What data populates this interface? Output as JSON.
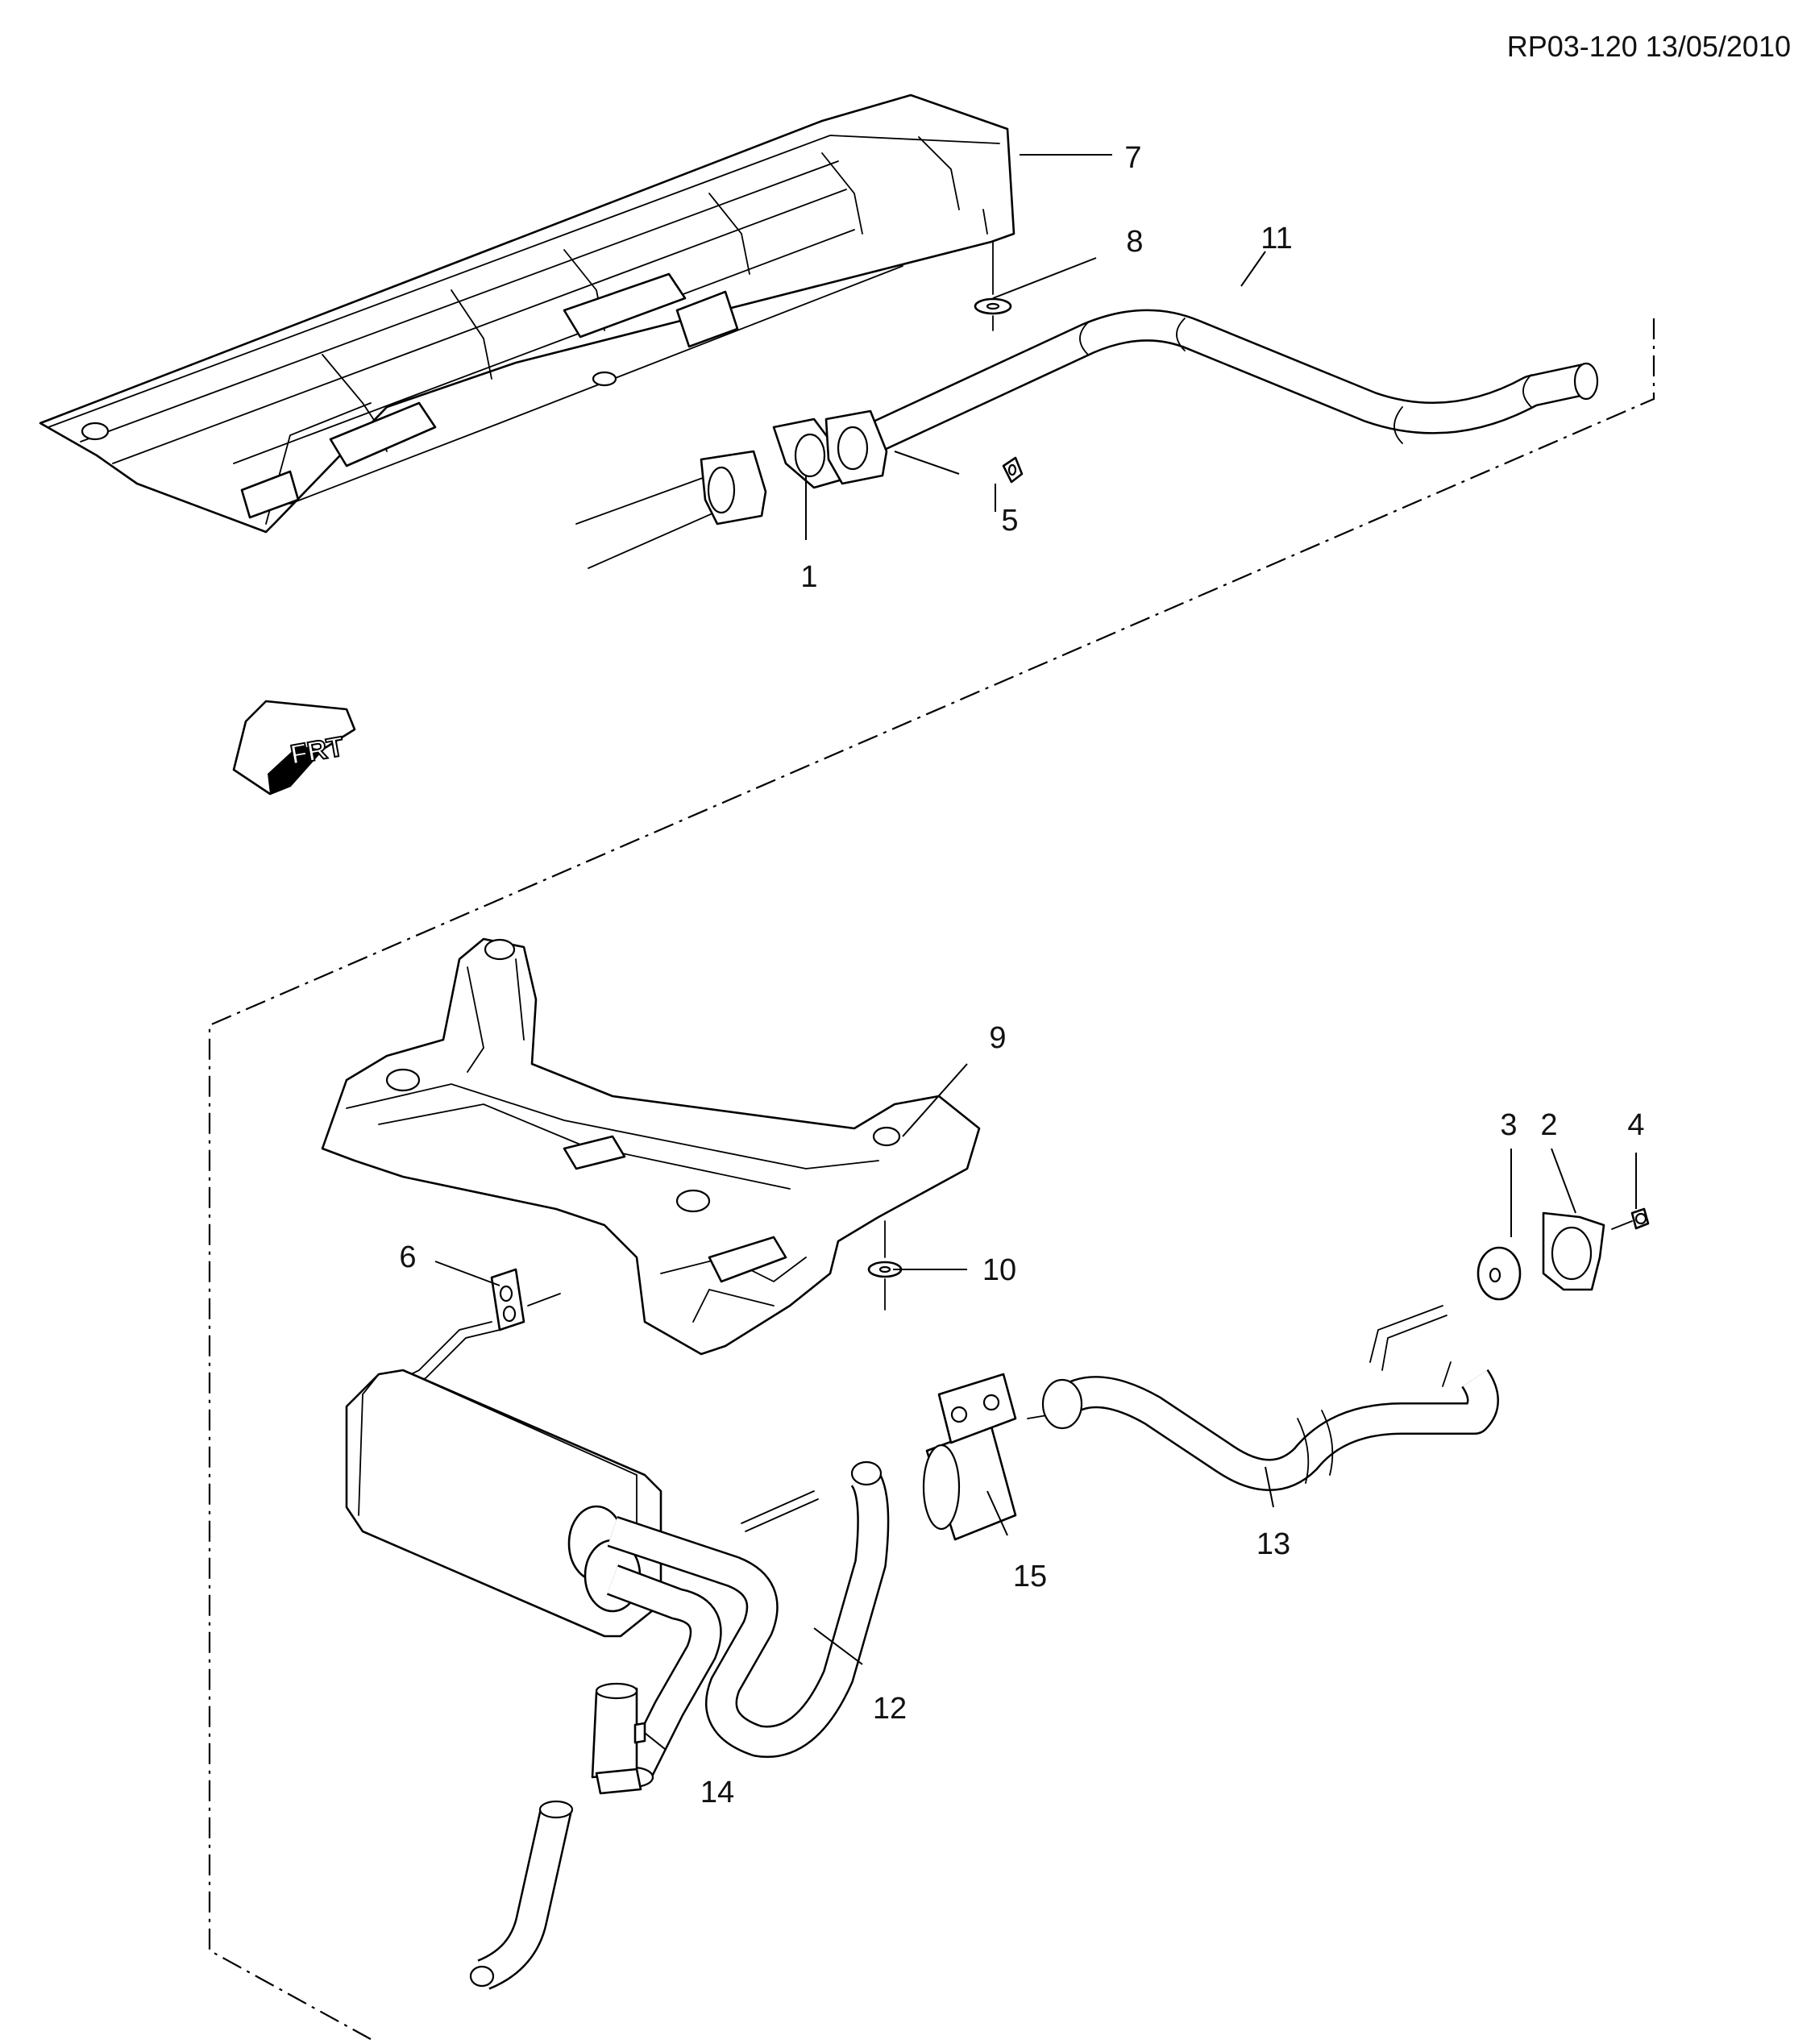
{
  "drawing_code": "RP03-120 13/05/2010",
  "orientation_marker": {
    "text": "FRT",
    "icon": "front-direction-arrow-icon"
  },
  "callouts": [
    {
      "id": "1",
      "label": "1"
    },
    {
      "id": "2",
      "label": "2"
    },
    {
      "id": "3",
      "label": "3"
    },
    {
      "id": "4",
      "label": "4"
    },
    {
      "id": "5",
      "label": "5"
    },
    {
      "id": "6",
      "label": "6"
    },
    {
      "id": "7",
      "label": "7"
    },
    {
      "id": "8",
      "label": "8"
    },
    {
      "id": "9",
      "label": "9"
    },
    {
      "id": "10",
      "label": "10"
    },
    {
      "id": "11",
      "label": "11"
    },
    {
      "id": "12",
      "label": "12"
    },
    {
      "id": "13",
      "label": "13"
    },
    {
      "id": "14",
      "label": "14"
    },
    {
      "id": "15",
      "label": "15"
    }
  ]
}
